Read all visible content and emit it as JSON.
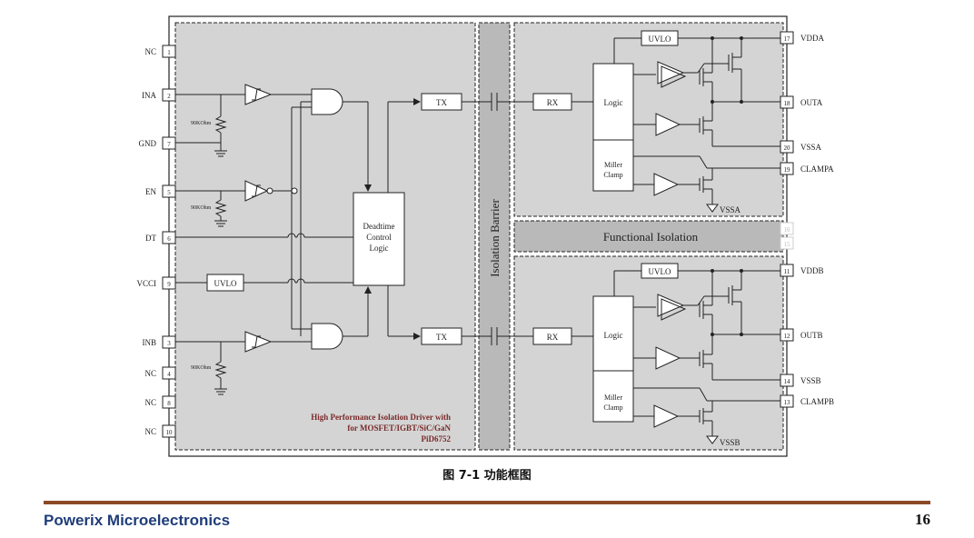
{
  "figure": {
    "caption": "图 7-1 功能框图",
    "left_pins": [
      {
        "name": "NC",
        "num": "1"
      },
      {
        "name": "INA",
        "num": "2"
      },
      {
        "name": "GND",
        "num": "7"
      },
      {
        "name": "EN",
        "num": "5"
      },
      {
        "name": "DT",
        "num": "6"
      },
      {
        "name": "VCCI",
        "num": "9"
      },
      {
        "name": "INB",
        "num": "3"
      },
      {
        "name": "NC",
        "num": "4"
      },
      {
        "name": "NC",
        "num": "8"
      },
      {
        "name": "NC",
        "num": "10"
      }
    ],
    "right_pins": [
      {
        "name": "VDDA",
        "num": "17"
      },
      {
        "name": "OUTA",
        "num": "18"
      },
      {
        "name": "VSSA",
        "num": "20"
      },
      {
        "name": "CLAMPA",
        "num": "19"
      },
      {
        "name": "",
        "num": "16"
      },
      {
        "name": "",
        "num": "15"
      },
      {
        "name": "VDDB",
        "num": "11"
      },
      {
        "name": "OUTB",
        "num": "12"
      },
      {
        "name": "VSSB",
        "num": "14"
      },
      {
        "name": "CLAMPB",
        "num": "13"
      }
    ],
    "resistor_label": "90KOhm",
    "uvlo": "UVLO",
    "tx": "TX",
    "rx": "RX",
    "logic": "Logic",
    "miller": [
      "Miller",
      "Clamp"
    ],
    "deadtime": [
      "Deadtime",
      "Control",
      "Logic"
    ],
    "isolation_barrier": "Isolation Barrier",
    "functional_isolation": "Functional Isolation",
    "vssa": "VSSA",
    "vssb": "VSSB",
    "product": [
      "High Performance Isolation Driver with",
      "for MOSFET/IGBT/SiC/GaN",
      "PiD6752"
    ]
  },
  "footer": {
    "company": "Powerix Microelectronics",
    "page": "16"
  },
  "colors": {
    "panel": "#d4d4d4",
    "barrier": "#b9b9b9",
    "product_text": "#7a2a2a",
    "rule": "#8b4a26",
    "company": "#1f3d7a"
  }
}
